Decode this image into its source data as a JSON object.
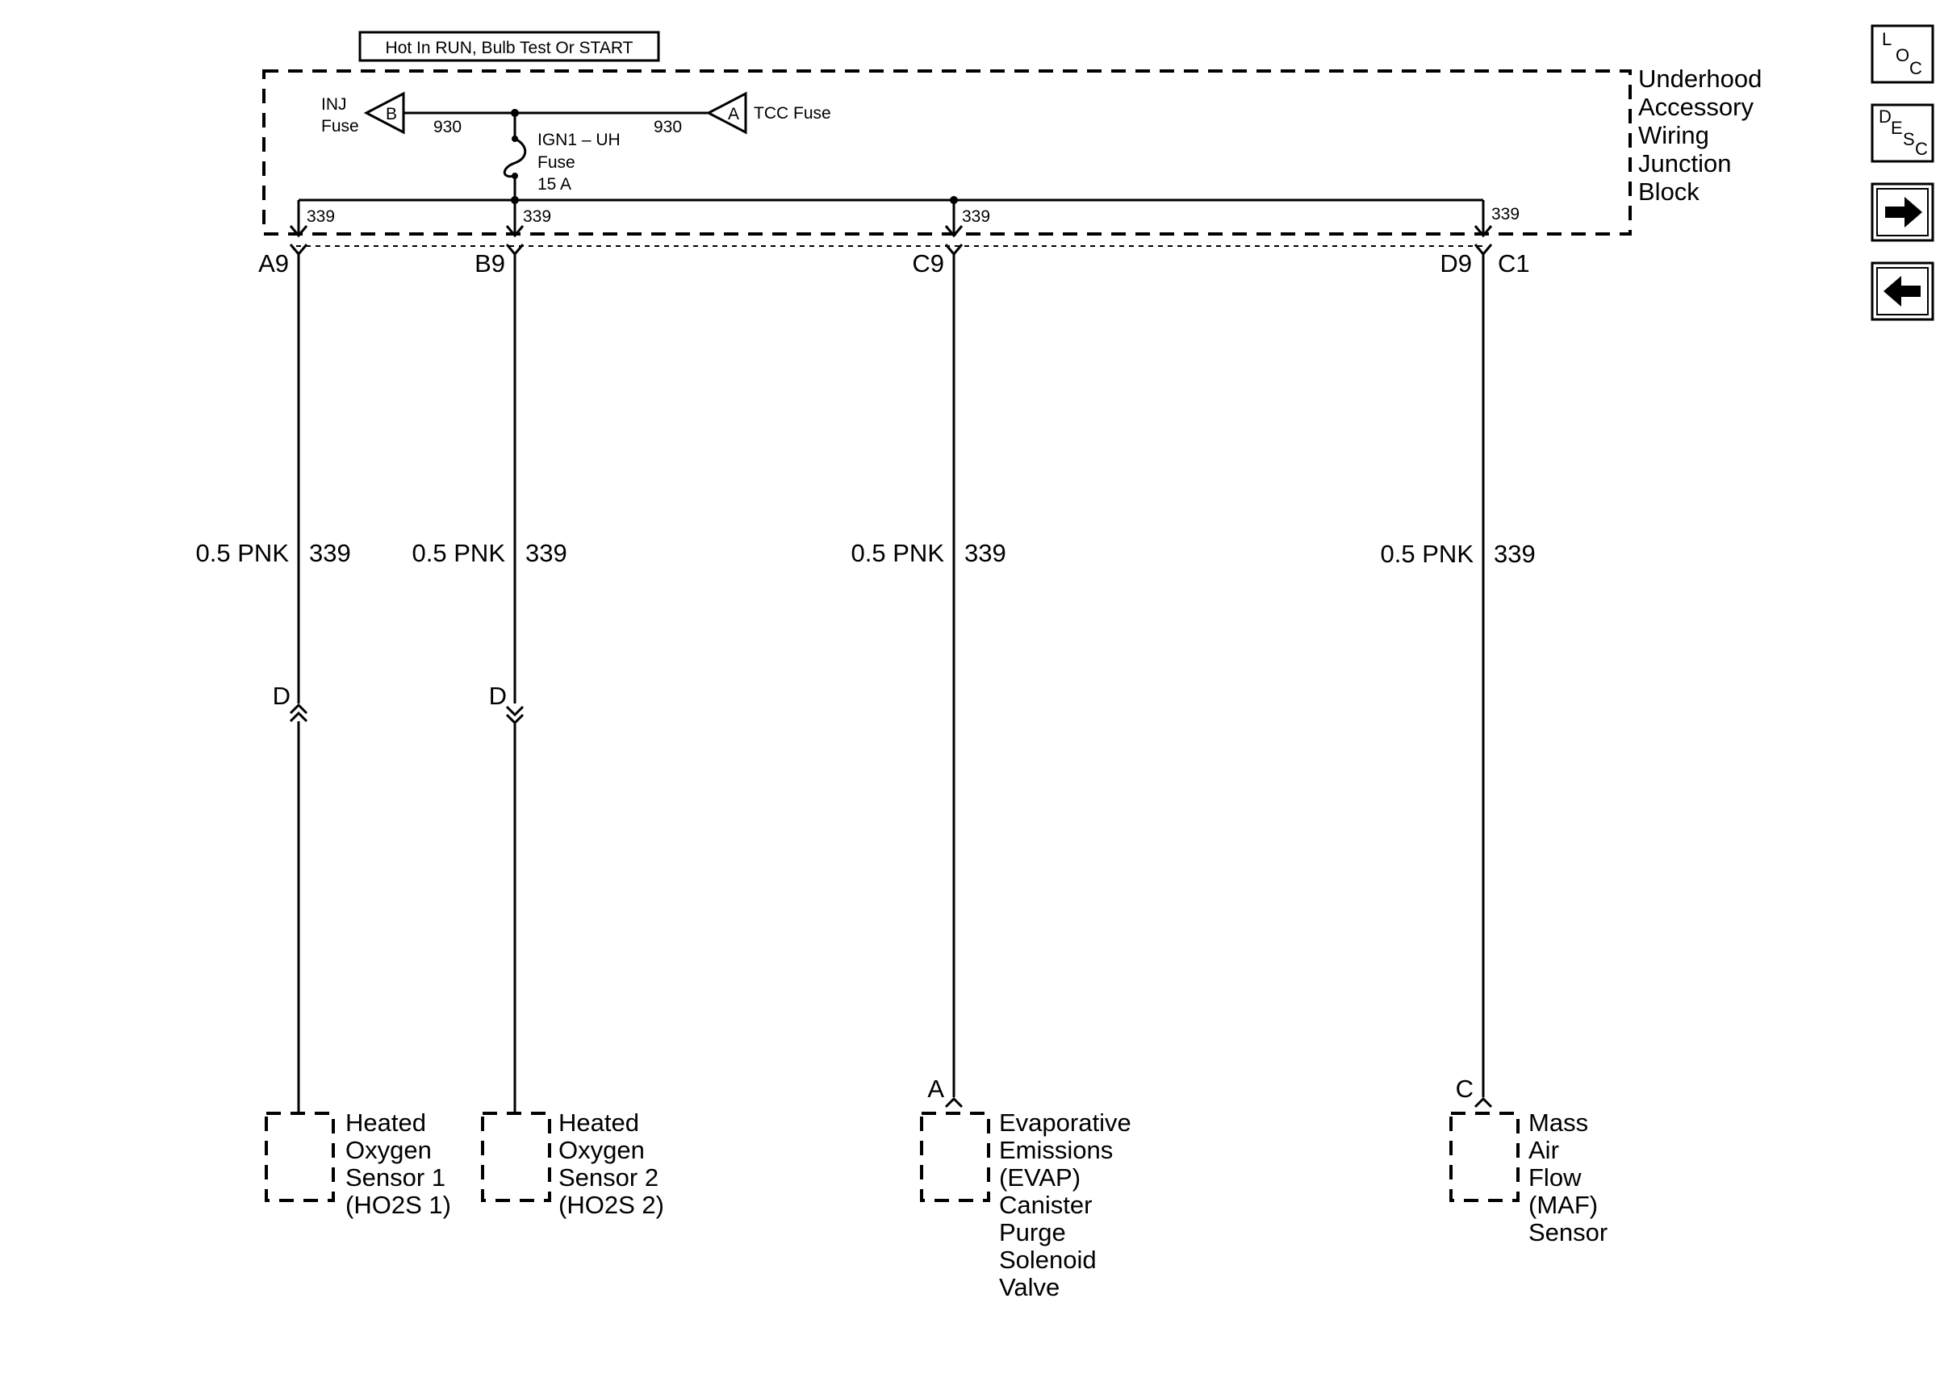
{
  "header_box": "Hot In RUN, Bulb Test Or START",
  "junction_block": {
    "name_lines": [
      "Underhood",
      "Accessory",
      "Wiring",
      "Junction",
      "Block"
    ]
  },
  "inj_fuse": {
    "line1": "INJ",
    "line2": "Fuse",
    "terminal": "B",
    "circuit": "930"
  },
  "tcc_fuse": {
    "label": "TCC Fuse",
    "terminal": "A",
    "circuit": "930"
  },
  "ign_fuse": {
    "line1": "IGN1 – UH",
    "line2": "Fuse",
    "line3": "15 A"
  },
  "bus_circuit": "339",
  "branches": [
    {
      "bus_circuit": "339",
      "connector": "A9",
      "wire_color": "0.5 PNK",
      "wire_circuit": "339",
      "inline_connector": "D",
      "component_terminal": "",
      "component_lines": [
        "Heated",
        "Oxygen",
        "Sensor 1",
        "(HO2S 1)"
      ]
    },
    {
      "bus_circuit": "339",
      "connector": "B9",
      "wire_color": "0.5 PNK",
      "wire_circuit": "339",
      "inline_connector": "D",
      "component_terminal": "",
      "component_lines": [
        "Heated",
        "Oxygen",
        "Sensor 2",
        "(HO2S 2)"
      ]
    },
    {
      "bus_circuit": "339",
      "connector": "C9",
      "wire_color": "0.5 PNK",
      "wire_circuit": "339",
      "inline_connector": "",
      "component_terminal": "A",
      "component_lines": [
        "Evaporative",
        "Emissions",
        "(EVAP)",
        "Canister",
        "Purge",
        "Solenoid",
        "Valve"
      ]
    },
    {
      "bus_circuit": "339",
      "connector": "D9",
      "connector2": "C1",
      "wire_color": "0.5 PNK",
      "wire_circuit": "339",
      "inline_connector": "",
      "component_terminal": "C",
      "component_lines": [
        "Mass",
        "Air",
        "Flow",
        "(MAF)",
        "Sensor"
      ]
    }
  ],
  "nav": {
    "loc": {
      "a": "L",
      "b": "O",
      "c": "C"
    },
    "desc": {
      "a": "D",
      "b": "E",
      "c": "S",
      "d": "C"
    },
    "forward_icon": "arrow-right-icon",
    "back_icon": "arrow-left-icon"
  }
}
